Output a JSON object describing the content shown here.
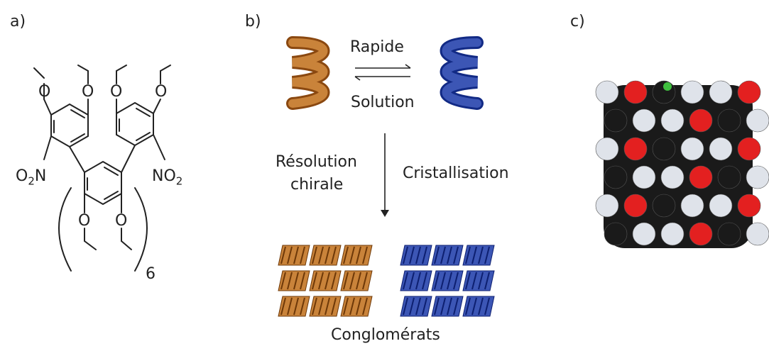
{
  "panels": {
    "a": {
      "label": "a)",
      "substituent_left": "O2N",
      "substituent_right": "NO2",
      "repeat_count": "6"
    },
    "b": {
      "label": "b)",
      "equilibrium_top": "Rapide",
      "equilibrium_bottom": "Solution",
      "process_left_line1": "Résolution",
      "process_left_line2": "chirale",
      "process_right": "Cristallisation",
      "product": "Conglomérats"
    },
    "c": {
      "label": "c)"
    }
  },
  "colors": {
    "helix_left": "#b8661a",
    "helix_right": "#1e3aa8",
    "crystal_left": "#c9833a",
    "crystal_right": "#3c56b5",
    "oxygen": "#e32020",
    "carbon": "#1a1a1a",
    "hydrogen": "#dfe3ea",
    "halogen": "#3fbf3f"
  }
}
